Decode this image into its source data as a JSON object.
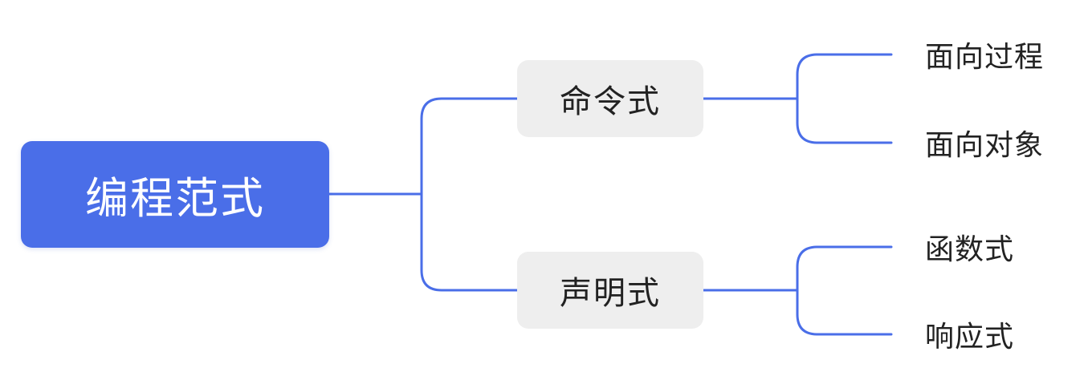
{
  "diagram": {
    "root": {
      "label": "编程范式"
    },
    "branches": [
      {
        "label": "命令式",
        "children": [
          {
            "label": "面向过程"
          },
          {
            "label": "面向对象"
          }
        ]
      },
      {
        "label": "声明式",
        "children": [
          {
            "label": "函数式"
          },
          {
            "label": "响应式"
          }
        ]
      }
    ]
  },
  "colors": {
    "root_fill": "#4a6ee8",
    "root_text": "#ffffff",
    "branch_fill": "#eeeeee",
    "connector": "#4a6ee8",
    "text": "#222222"
  }
}
